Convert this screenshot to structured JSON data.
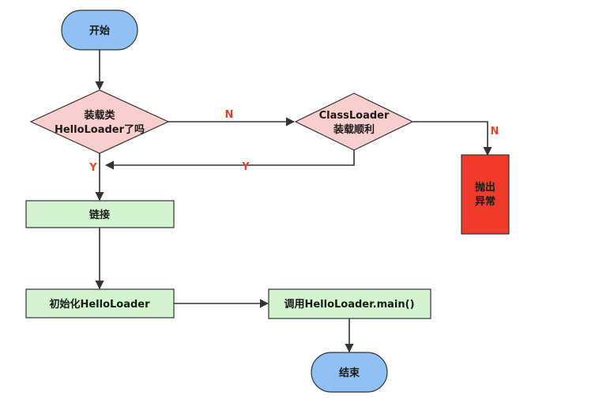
{
  "nodes": {
    "start": {
      "label": "开始",
      "fill": "#8fc1f4"
    },
    "decision_load": {
      "line1": "装载类",
      "line2": "HelloLoader了吗",
      "fill": "#f8cfcc"
    },
    "decision_classloader": {
      "line1": "ClassLoader",
      "line2": "装载顺利",
      "fill": "#f8cfcc"
    },
    "throw_exception": {
      "line1": "抛出",
      "line2": "异常",
      "fill": "#f03b2a"
    },
    "link": {
      "label": "链接",
      "fill": "#d2f4cf"
    },
    "init": {
      "label": "初始化HelloLoader",
      "fill": "#d2f4cf"
    },
    "call_main": {
      "label": "调用HelloLoader.main()",
      "fill": "#d2f4cf"
    },
    "end": {
      "label": "结束",
      "fill": "#8fc1f4"
    }
  },
  "edges": {
    "load_no": "N",
    "classloader_no": "N",
    "load_yes": "Y",
    "classloader_yes": "Y"
  },
  "colors": {
    "stroke": "#333333",
    "edge_label": "#e8402a"
  }
}
